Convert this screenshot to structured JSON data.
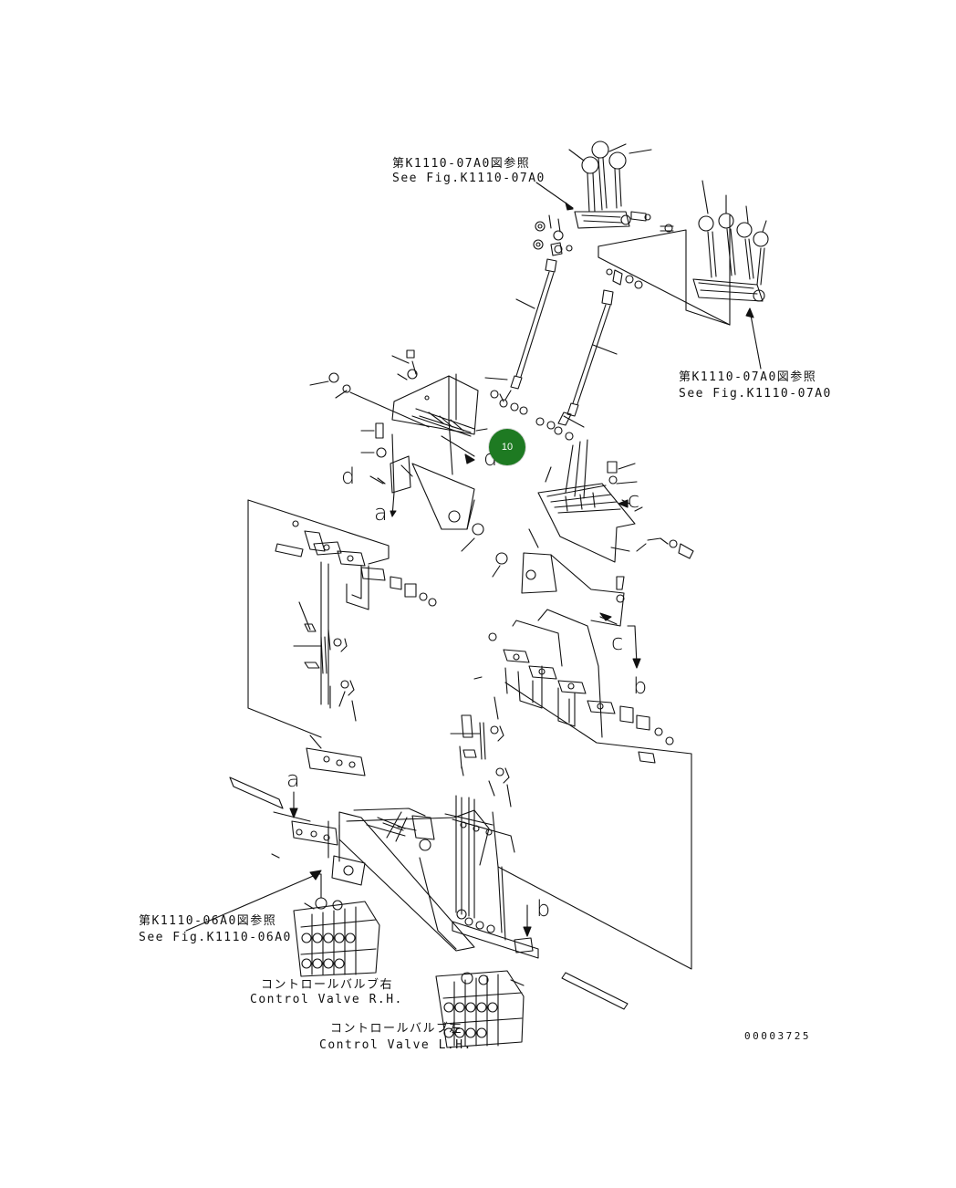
{
  "refs": {
    "top_jp": "第K1110-07A0図参照",
    "top_en": "See Fig.K1110-07A0",
    "right_jp": "第K1110-07A0図参照",
    "right_en": "See Fig.K1110-07A0",
    "left_jp": "第K1110-06A0図参照",
    "left_en": "See Fig.K1110-06A0"
  },
  "valves": {
    "rh_jp": "コントロールバルブ右",
    "rh_en": "Control Valve R.H.",
    "lh_jp": "コントロールバルブ左",
    "lh_en": "Control Valve L.H."
  },
  "connection_letters": {
    "a_upper": "a",
    "a_lower": "a",
    "b_mid": "b",
    "b_lower": "b",
    "c_right": "c",
    "c_lower": "c",
    "d_left": "d",
    "d_mid": "d"
  },
  "callout": {
    "number": "10",
    "color": "#1e7a22"
  },
  "drawing_number": "00003725",
  "line_color": "#111111"
}
